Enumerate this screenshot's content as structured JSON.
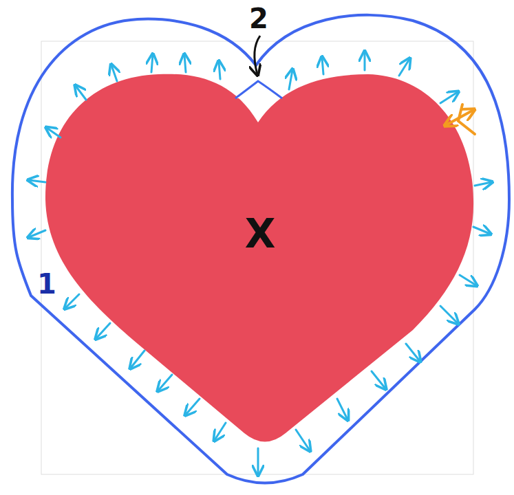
{
  "diagram": {
    "labels": [
      "2",
      "X",
      "1"
    ]
  }
}
